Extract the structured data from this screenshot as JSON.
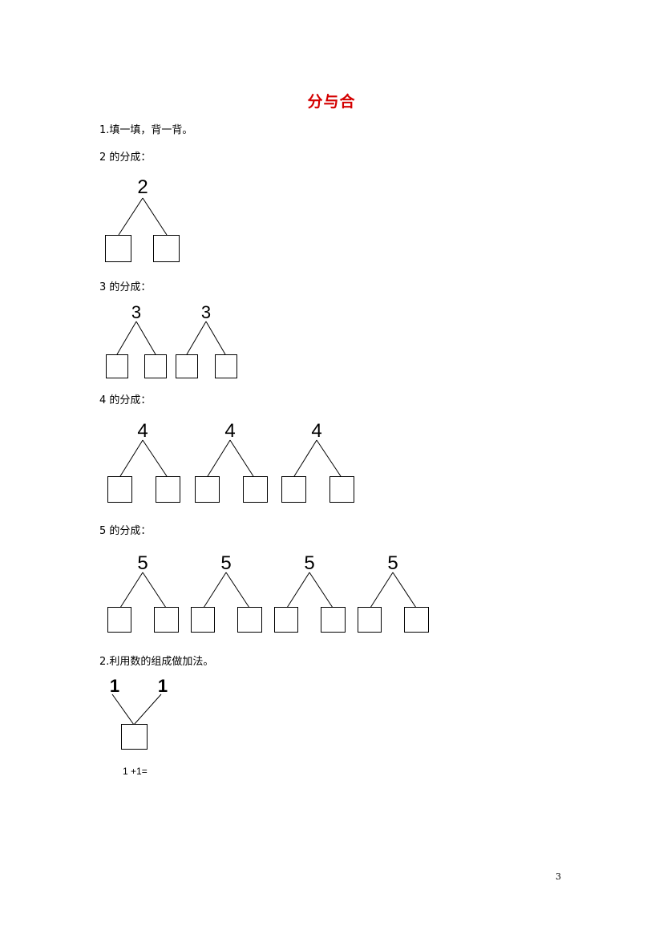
{
  "title": "分与合",
  "q1": {
    "heading": "1.填一填，背一背。",
    "sections": [
      {
        "label": "2 的分成：",
        "number": "2",
        "count": 1
      },
      {
        "label": "3 的分成：",
        "number": "3",
        "count": 2
      },
      {
        "label": "4 的分成：",
        "number": "4",
        "count": 3
      },
      {
        "label": "5 的分成：",
        "number": "5",
        "count": 4
      }
    ]
  },
  "q2": {
    "heading": "2.利用数的组成做加法。",
    "left_number": "1",
    "right_number": "1",
    "equation": "1 +1="
  },
  "page_number": "3"
}
